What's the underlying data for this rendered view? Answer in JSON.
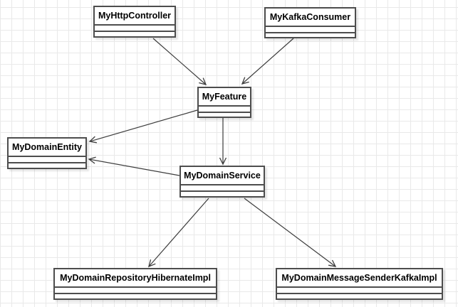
{
  "diagram": {
    "kind": "uml-class-diagram",
    "classes": [
      {
        "name": "MyHttpController",
        "attributes": [],
        "operations": []
      },
      {
        "name": "MyKafkaConsumer",
        "attributes": [],
        "operations": []
      },
      {
        "name": "MyFeature",
        "attributes": [],
        "operations": []
      },
      {
        "name": "MyDomainEntity",
        "attributes": [],
        "operations": []
      },
      {
        "name": "MyDomainService",
        "attributes": [],
        "operations": []
      },
      {
        "name": "MyDomainRepositoryHibernateImpl",
        "attributes": [],
        "operations": []
      },
      {
        "name": "MyDomainMessageSenderKafkaImpl",
        "attributes": [],
        "operations": []
      }
    ],
    "relations": [
      {
        "from": "MyHttpController",
        "to": "MyFeature",
        "arrow": "open"
      },
      {
        "from": "MyKafkaConsumer",
        "to": "MyFeature",
        "arrow": "open"
      },
      {
        "from": "MyFeature",
        "to": "MyDomainEntity",
        "arrow": "open"
      },
      {
        "from": "MyFeature",
        "to": "MyDomainService",
        "arrow": "open"
      },
      {
        "from": "MyDomainService",
        "to": "MyDomainEntity",
        "arrow": "open"
      },
      {
        "from": "MyDomainService",
        "to": "MyDomainRepositoryHibernateImpl",
        "arrow": "open"
      },
      {
        "from": "MyDomainService",
        "to": "MyDomainMessageSenderKafkaImpl",
        "arrow": "open"
      }
    ],
    "colors": {
      "background": "#ffffff",
      "grid_line": "#e9e9e9",
      "node_border": "#4d4d4d",
      "node_fill": "#ffffff",
      "edge": "#3d3d3d",
      "text": "#000000"
    }
  }
}
